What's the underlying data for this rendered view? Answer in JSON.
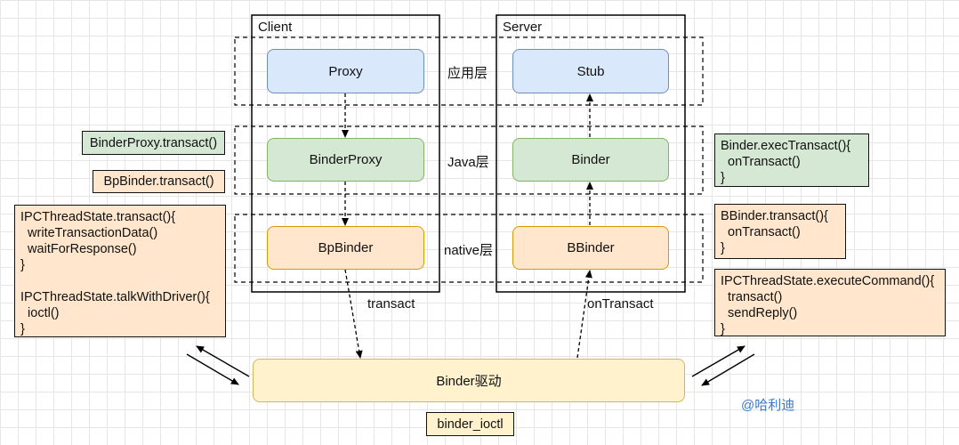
{
  "columns": {
    "client": "Client",
    "server": "Server"
  },
  "layers": {
    "app": "应用层",
    "java": "Java层",
    "native": "native层"
  },
  "nodes": {
    "proxy": "Proxy",
    "stub": "Stub",
    "binder_proxy": "BinderProxy",
    "binder": "Binder",
    "bp_binder": "BpBinder",
    "bbinder": "BBinder",
    "driver": "Binder驱动"
  },
  "edges": {
    "transact": "transact",
    "on_transact": "onTransact"
  },
  "notes": {
    "binder_proxy_transact": "BinderProxy.transact()",
    "bp_binder_transact": "BpBinder.transact()",
    "ipc_thread_state_client": "IPCThreadState.transact(){\n  writeTransactionData()\n  waitForResponse()\n}\n\nIPCThreadState.talkWithDriver(){\n  ioctl()\n}",
    "binder_exec_transact": "Binder.execTransact(){\n  onTransact()\n}",
    "bbinder_transact": "BBinder.transact(){\n  onTransact()\n}",
    "ipc_execute_command": "IPCThreadState.executeCommand(){\n  transact()\n  sendReply()\n}",
    "binder_ioctl": "binder_ioctl"
  },
  "watermark": "@哈利迪",
  "colors": {
    "blue_fill": "#dae8fc",
    "blue_stroke": "#6c8ebf",
    "green_fill": "#d5e8d4",
    "green_stroke": "#82b366",
    "orange_fill": "#ffe6cc",
    "orange_stroke": "#d79b00",
    "yellow_fill": "#fff2cc",
    "yellow_stroke": "#d6b656"
  }
}
